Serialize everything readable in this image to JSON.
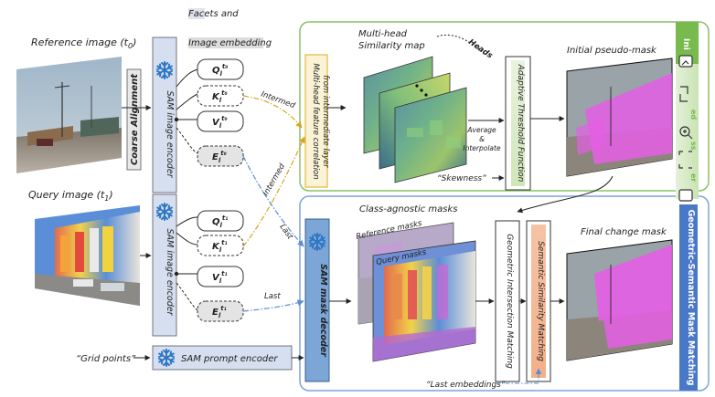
{
  "labels": {
    "reference_image": "Reference image (t",
    "reference_sub": "0",
    "query_image": "Query image (t",
    "query_sub": "1",
    "coarse_alignment": "Coarse Alignment",
    "sam_image_encoder_top": "SAM image encoder",
    "sam_image_encoder_bottom": "SAM image encoder",
    "facets_line1": "Facets and",
    "facets_line2": "Image embedding",
    "q_sym": "Q",
    "k_sym": "K",
    "v_sym": "V",
    "e_sym": "E",
    "sub_l": "l",
    "sup_t0": "t₀",
    "sup_t1": "t₁",
    "intermed_1": "Intermed",
    "intermed_2": "Intermed",
    "last_1": "Last",
    "last_2": "Last",
    "feature_correlation_line1": "Multi-head feature correlation",
    "feature_correlation_line2": "from intermediate layer",
    "multihead_line1": "Multi-head",
    "multihead_line2": "Similarity map",
    "heads": "Heads",
    "average_line1": "Average",
    "average_line2": "&",
    "average_line3": "Interpolate",
    "skewness": "“Skewness”",
    "adaptive_threshold": "Adaptive Threshold  Function",
    "initial_pseudo_mask": "Initial pseudo-mask",
    "class_agnostic_masks": "Class-agnostic masks",
    "reference_masks": "Reference masks",
    "query_masks": "Query masks",
    "sam_mask_decoder": "SAM mask decoder",
    "geometric_intersection": "Geometric Intersection Matching",
    "semantic_similarity": "Semantic  Similarity Matching",
    "final_change_mask": "Final change mask",
    "grid_points": "“Grid points”",
    "sam_prompt_encoder": "SAM prompt encoder",
    "last_embeddings": "“Last embeddings”",
    "side_top_fragments": [
      "Ini",
      "ed",
      "ss",
      "er"
    ],
    "side_bottom": "Geometric-Semantic Mask Matching"
  },
  "colors": {
    "encoder_blue": "#d5dff0",
    "decoder_blue": "#7ba6d6",
    "green_frame": "#8cc063",
    "blue_frame": "#7ea2d8",
    "intermed_line": "#d6a723",
    "last_line": "#5b8fd1",
    "pseudo_mask": "#e55ee6",
    "side_green": "#79ba4f",
    "side_blue": "#4a78c9"
  },
  "icons": [
    "snowflake-icon",
    "edit-image-icon",
    "swap-icon",
    "zoom-in-icon",
    "crop-focus-icon",
    "image-compare-icon"
  ]
}
